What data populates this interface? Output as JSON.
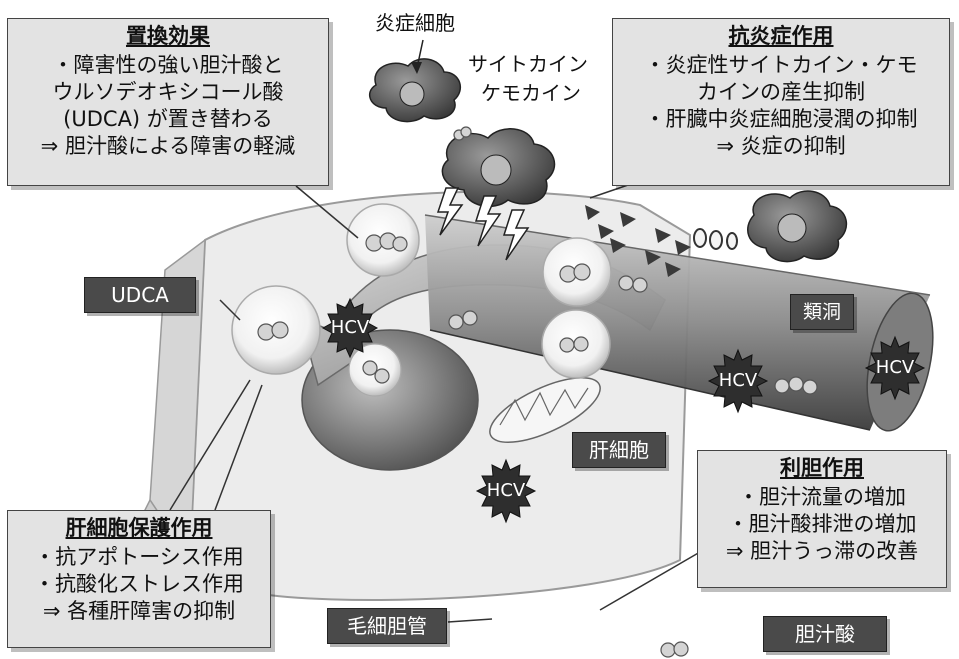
{
  "labels": {
    "inflammatory_cell": "炎症細胞",
    "cytokine": "サイトカイン",
    "chemokine": "ケモカイン",
    "udca": "UDCA",
    "sinusoid": "類洞",
    "hepatocyte": "肝細胞",
    "bile_canaliculus": "毛細胆管",
    "bile_acid": "胆汁酸",
    "hcv": "HCV"
  },
  "boxes": {
    "replacement": {
      "title": "置換効果",
      "lines": [
        "・障害性の強い胆汁酸と",
        "ウルソデオキシコール酸",
        "(UDCA) が置き替わる",
        "⇒ 胆汁酸による障害の軽減"
      ]
    },
    "anti_inflammatory": {
      "title": "抗炎症作用",
      "lines": [
        "・炎症性サイトカイン・ケモ",
        "カインの産生抑制",
        "・肝臓中炎症細胞浸潤の抑制",
        "⇒ 炎症の抑制"
      ]
    },
    "choleretic": {
      "title": "利胆作用",
      "lines": [
        "・胆汁流量の増加",
        "・胆汁酸排泄の増加",
        "⇒ 胆汁うっ滞の改善"
      ]
    },
    "protection": {
      "title": "肝細胞保護作用",
      "lines": [
        "・抗アポトーシス作用",
        "・抗酸化ストレス作用",
        "⇒ 各種肝障害の抑制"
      ]
    }
  }
}
